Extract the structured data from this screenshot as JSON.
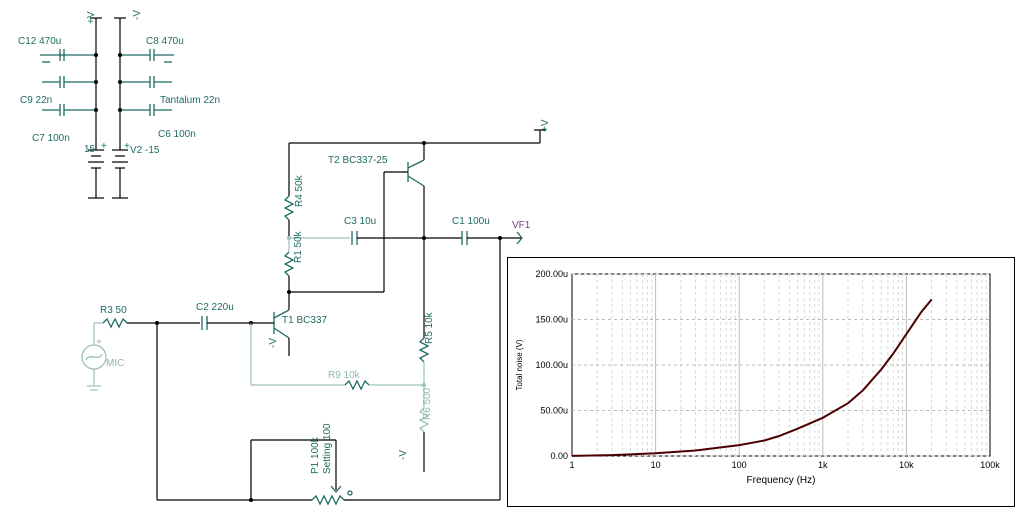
{
  "schematic": {
    "labels": {
      "c12": "C12 470u",
      "c8": "C8 470u",
      "c9": "C9 22n",
      "tantalum": "Tantalum 22n",
      "c7": "C7 100n",
      "c6": "C6 100n",
      "v1": "15",
      "v2": "V2 -15",
      "pv": "+V",
      "nv": "-V",
      "plus": "+",
      "plus2": "+",
      "t2": "T2 BC337-25",
      "r4": "R4 50k",
      "c3": "C3 10u",
      "c1": "C1 100u",
      "vf1": "VF1",
      "pv2": "+V",
      "r1": "R1 50k",
      "r3": "R3 50",
      "c2": "C2 220u",
      "t1": "T1 BC337",
      "nv_t1": "-V",
      "mic": "MIC",
      "mic_plus": "+",
      "r5": "R5 10k",
      "r9": "R9 10k",
      "r6": "R6 500",
      "nv_r6": "-V",
      "p1a": "P1 100k",
      "p1b": "Setting 100"
    }
  },
  "chart_data": {
    "type": "line",
    "xlabel": "Frequency (Hz)",
    "ylabel": "Total noise (V)",
    "xscale": "log",
    "xlim": [
      1,
      100000
    ],
    "ylim": [
      0,
      200
    ],
    "y_unit_suffix": "u",
    "x_ticks": [
      "1",
      "10",
      "100",
      "1k",
      "10k",
      "100k"
    ],
    "y_ticks": [
      "0.00",
      "50.00u",
      "100.00u",
      "150.00u",
      "200.00u"
    ],
    "grid": true,
    "series": [
      {
        "color": "#4a0000",
        "x": [
          1,
          3,
          10,
          30,
          100,
          200,
          300,
          500,
          1000,
          2000,
          3000,
          5000,
          7000,
          10000,
          15000,
          20000
        ],
        "y": [
          0.1,
          1,
          3,
          6,
          12,
          17,
          22,
          30,
          42,
          58,
          72,
          95,
          113,
          134,
          158,
          172
        ]
      }
    ]
  }
}
